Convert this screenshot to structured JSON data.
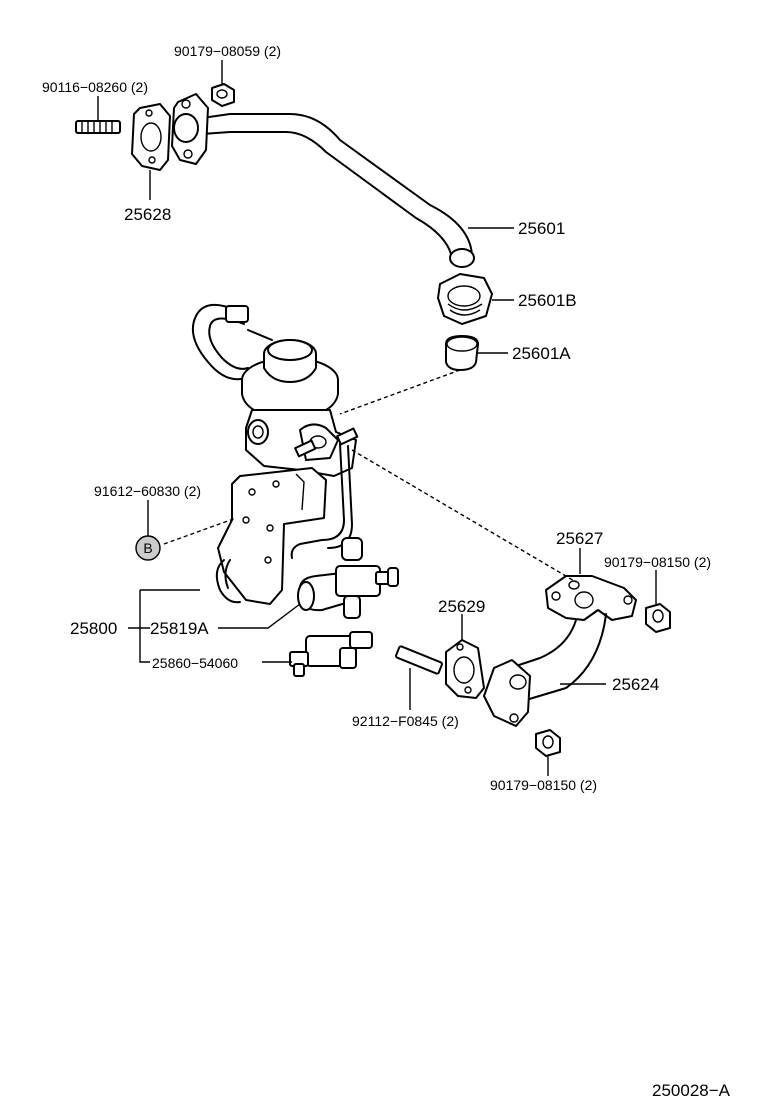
{
  "labels": {
    "p90179_08059": "90179−08059 (2)",
    "p90116_08260": "90116−08260 (2)",
    "p25628": "25628",
    "p25601": "25601",
    "p25601B": "25601B",
    "p25601A": "25601A",
    "p91612_60830": "91612−60830 (2)",
    "pB": "B",
    "p25627": "25627",
    "p90179_08150_a": "90179−08150 (2)",
    "p25629": "25629",
    "p25800": "25800",
    "p25819A": "25819A",
    "p25624": "25624",
    "p25860_54060": "25860−54060",
    "p92112_F0845": "92112−F0845 (2)",
    "p90179_08150_b": "90179−08150 (2)"
  },
  "diagram_ref": "250028−A"
}
